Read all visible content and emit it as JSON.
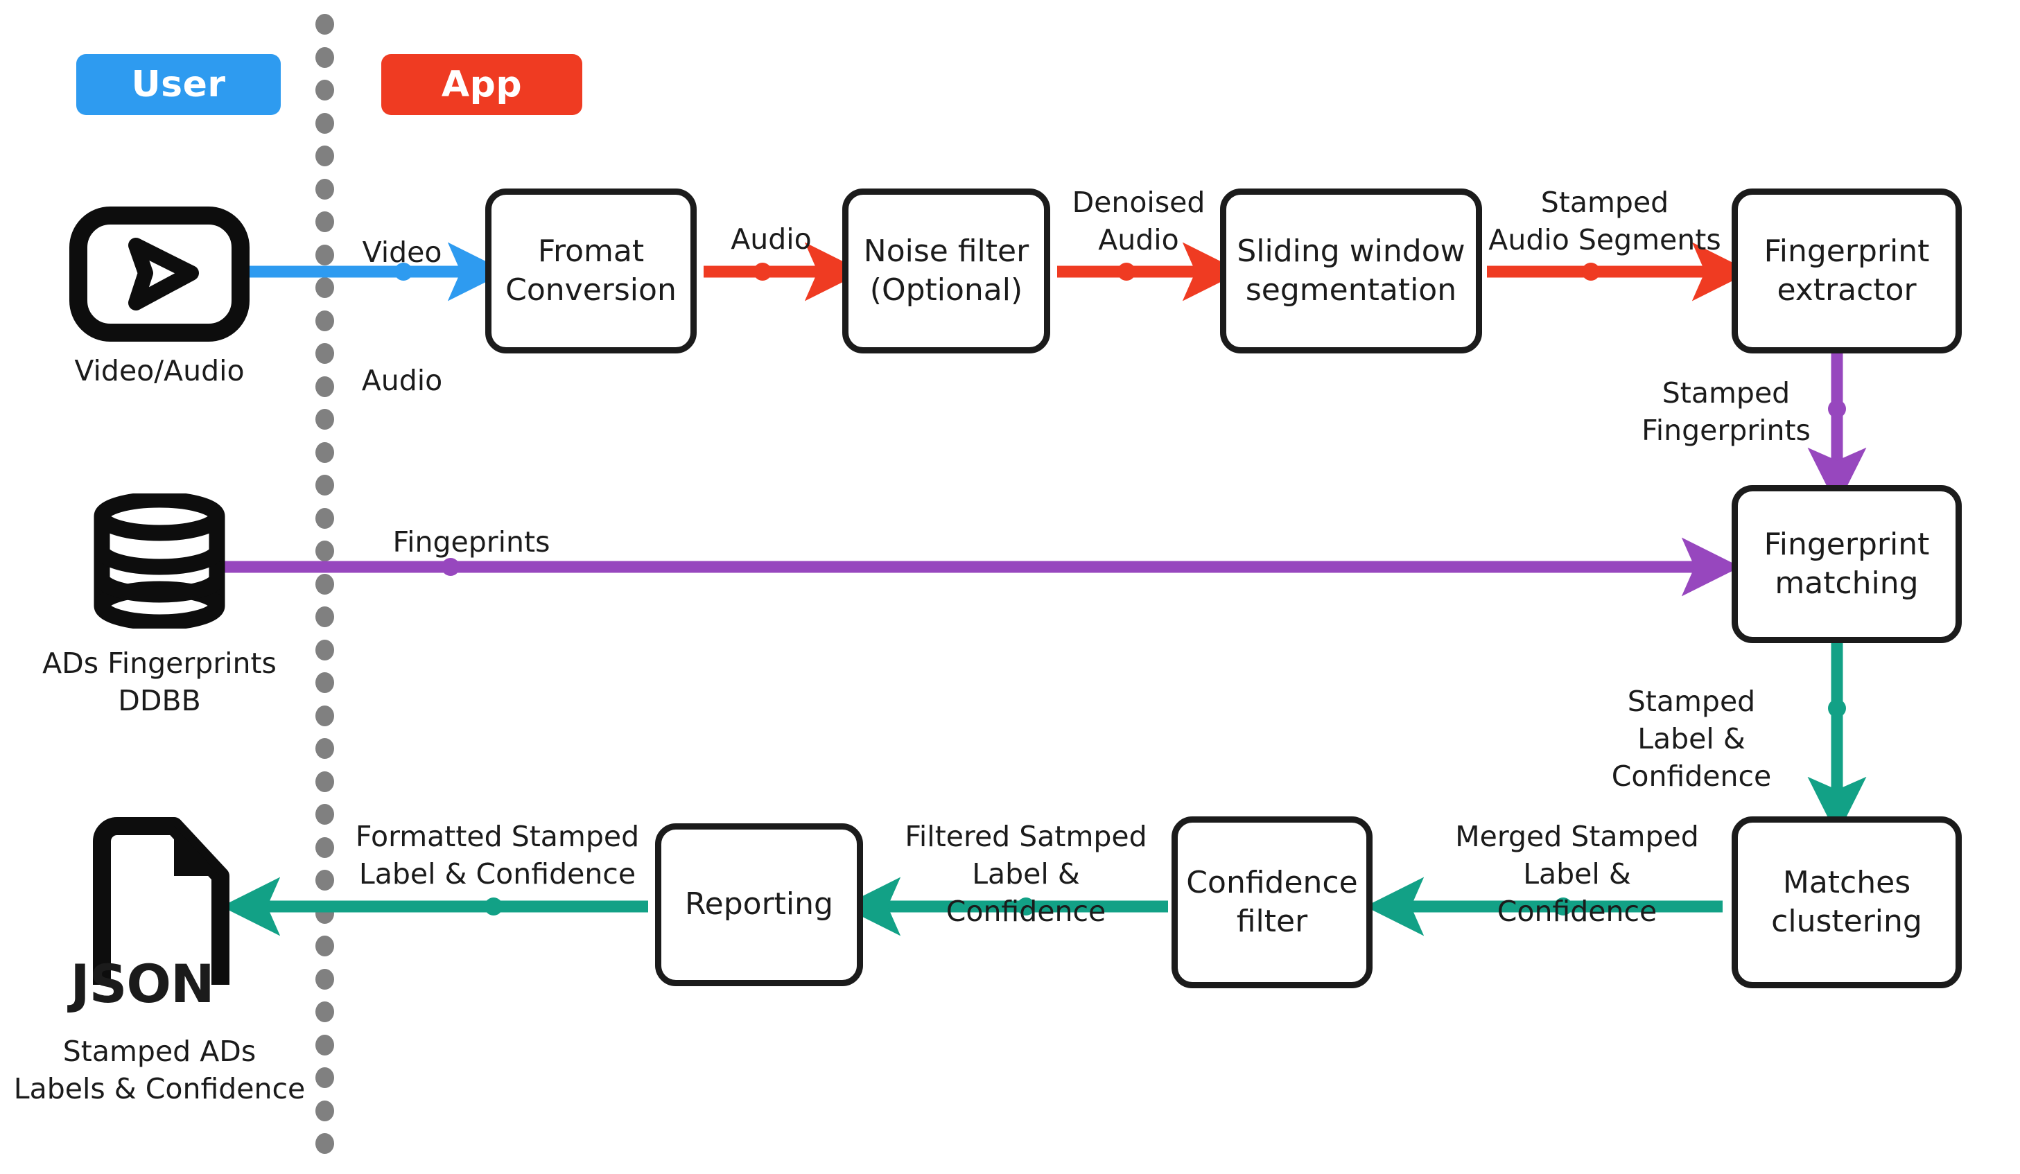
{
  "legend": {
    "user_label": "User",
    "app_label": "App",
    "user_color": "#2e9bf0",
    "app_color": "#ef3b22"
  },
  "colors": {
    "blue": "#2e9bf0",
    "orange": "#ef3b22",
    "purple": "#9747be",
    "teal": "#12a186",
    "divider_gray": "#808080",
    "node_border": "#1b1b1b",
    "text": "#1b1b1b"
  },
  "actors": [
    {
      "icon": "video-play-icon",
      "caption": "Video/Audio"
    },
    {
      "icon": "database-cylinder-icon",
      "caption": "ADs Fingerprints\nDDBB"
    },
    {
      "icon": "json-file-icon",
      "badge": "JSON",
      "caption": "Stamped ADs\nLabels & Confidence"
    }
  ],
  "nodes": [
    {
      "id": "format-conversion",
      "label": "Fromat\nConversion"
    },
    {
      "id": "noise-filter",
      "label": "Noise filter\n(Optional)"
    },
    {
      "id": "sliding-window",
      "label": "Sliding window\nsegmentation"
    },
    {
      "id": "fingerprint-extractor",
      "label": "Fingerprint\nextractor"
    },
    {
      "id": "fingerprint-matching",
      "label": "Fingerprint\nmatching"
    },
    {
      "id": "matches-clustering",
      "label": "Matches\nclustering"
    },
    {
      "id": "confidence-filter",
      "label": "Confidence\nfilter"
    },
    {
      "id": "reporting",
      "label": "Reporting"
    }
  ],
  "edges": [
    {
      "id": "video-audio-to-format",
      "label": "Video\n\nAudio",
      "color": "#2e9bf0"
    },
    {
      "id": "format-to-noise",
      "label": "Audio",
      "color": "#ef3b22"
    },
    {
      "id": "noise-to-sliding",
      "label": "Denoised\nAudio",
      "color": "#ef3b22"
    },
    {
      "id": "sliding-to-extractor",
      "label": "Stamped\nAudio Segments",
      "color": "#ef3b22"
    },
    {
      "id": "extractor-to-matching",
      "label": "Stamped\nFingerprints",
      "color": "#9747be"
    },
    {
      "id": "ddbb-to-matching",
      "label": "Fingeprints",
      "color": "#9747be"
    },
    {
      "id": "matching-to-clustering",
      "label": "Stamped\nLabel & Confidence",
      "color": "#12a186"
    },
    {
      "id": "clustering-to-confidence-filter",
      "label": "Merged Stamped\nLabel & Confidence",
      "color": "#12a186"
    },
    {
      "id": "confidence-filter-to-reporting",
      "label": "Filtered Satmped\nLabel & Confidence",
      "color": "#12a186"
    },
    {
      "id": "reporting-to-json",
      "label": "Formatted Stamped\nLabel & Confidence",
      "color": "#12a186"
    }
  ]
}
